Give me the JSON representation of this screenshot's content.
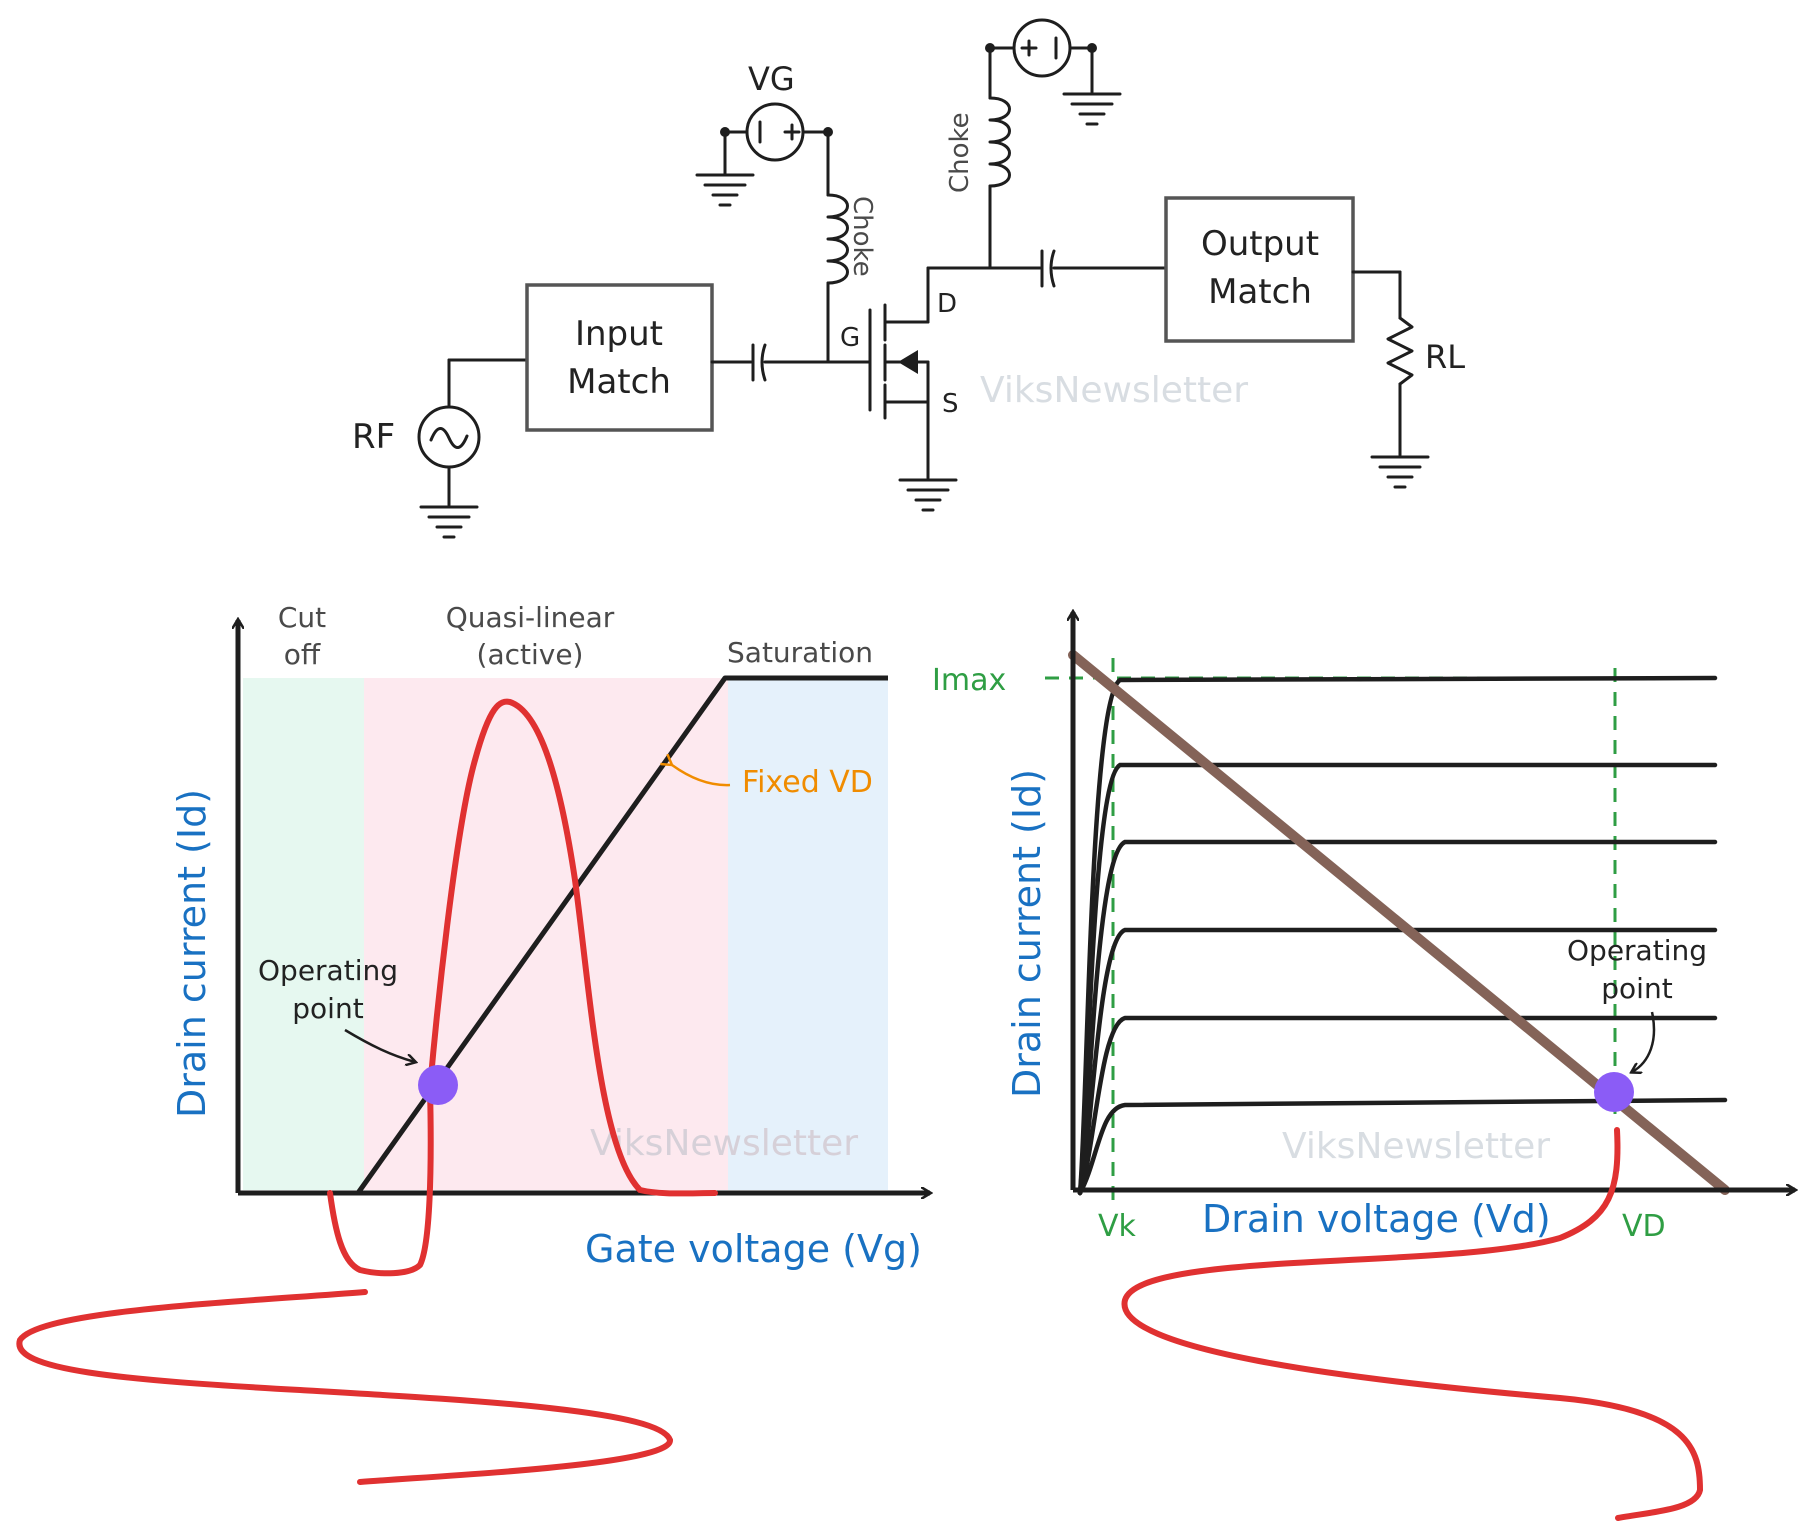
{
  "colors": {
    "red_signal": "#e03131",
    "blue_label": "#1971c2",
    "green_dashed": "#2f9e44",
    "orange_label": "#f08c00",
    "load_line": "#846358",
    "operating_point": "#8b5cf6",
    "region_cutoff": "#e6f8f0",
    "region_active": "#fde9ef",
    "region_saturation": "#e5f1fb",
    "watermark": "#d0d4d8"
  },
  "circuit": {
    "rf_label": "RF",
    "vg_label": "VG",
    "input_match": [
      "Input",
      "Match"
    ],
    "output_match": [
      "Output",
      "Match"
    ],
    "choke_label": "Choke",
    "gate_label": "G",
    "drain_label": "D",
    "source_label": "S",
    "load_label": "RL",
    "watermark": "ViksNewsletter",
    "source_signs": {
      "minus": "−",
      "plus": "+"
    }
  },
  "transfer_chart": {
    "regions": [
      "Cut",
      "off",
      "Quasi-linear",
      "(active)",
      "Saturation"
    ],
    "xlabel": "Gate voltage (Vg)",
    "ylabel": "Drain current (Id)",
    "trace_label": "Fixed VD",
    "op_label": [
      "Operating",
      "point"
    ],
    "watermark": "ViksNewsletter"
  },
  "output_chart": {
    "imax_label": "Imax",
    "vk_label": "Vk",
    "vd_label": "VD",
    "xlabel": "Drain voltage (Vd)",
    "ylabel": "Drain current (Id)",
    "op_label": [
      "Operating",
      "point"
    ],
    "watermark": "ViksNewsletter"
  },
  "chart_data": [
    {
      "type": "line",
      "xlabel": "Gate voltage (Vg)",
      "ylabel": "Drain current (Id)",
      "series": [
        {
          "name": "Fixed VD"
        }
      ],
      "regions": [
        "Cut off",
        "Quasi-linear (active)",
        "Saturation"
      ]
    },
    {
      "type": "line",
      "xlabel": "Drain voltage (Vd)",
      "ylabel": "Drain current (Id)",
      "annotations": [
        "Imax",
        "Vk",
        "VD",
        "Operating point"
      ],
      "curve_count": 6
    }
  ]
}
